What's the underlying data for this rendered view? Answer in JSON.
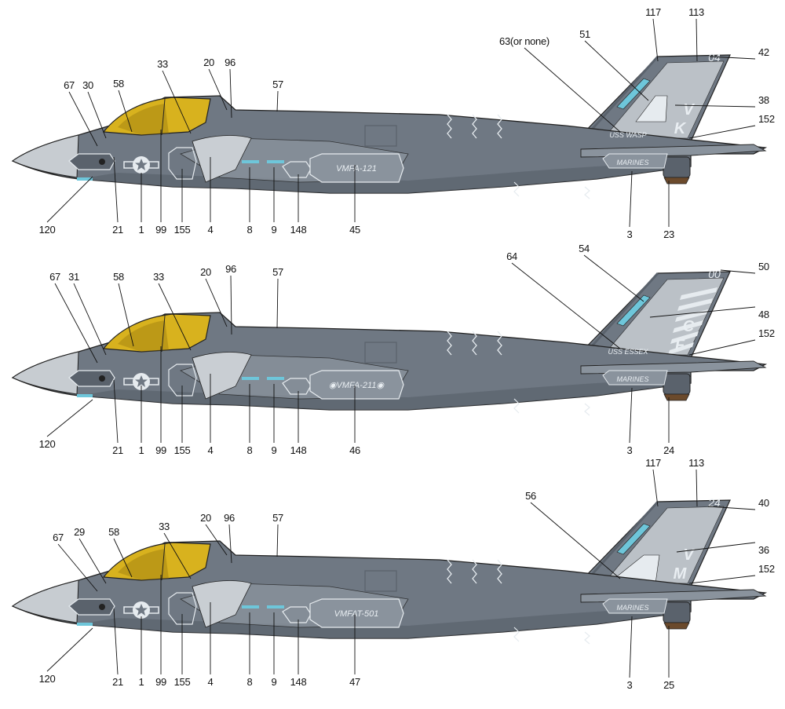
{
  "colors": {
    "body": "#6f7883",
    "body_dark": "#5a626c",
    "body_light": "#8a939d",
    "panel_light": "#c9ced3",
    "canopy": "#d8b21e",
    "canopy_dark": "#8a6a0b",
    "nose": "#c7ccd1",
    "line": "#222222",
    "marking": "#e6ebef",
    "light_blue": "#6ec6da",
    "brown": "#6b4a2c"
  },
  "aircraft": [
    {
      "fin_top": "04",
      "fin_code_1": "V",
      "fin_code_2": "K",
      "ship_name": "USS WASP",
      "squadron": "VMFA-121",
      "service": "MARINES",
      "fin_style": "chevron-band",
      "callouts": [
        "67",
        "30",
        "58",
        "33",
        "20",
        "96",
        "57",
        "63(or none)",
        "51",
        "117",
        "113",
        "42",
        "38",
        "152",
        "120",
        "21",
        "1",
        "99",
        "155",
        "4",
        "8",
        "9",
        "148",
        "45",
        "3",
        "23"
      ]
    },
    {
      "fin_top": "00",
      "fin_code_1": "C",
      "fin_code_2": "F",
      "ship_name": "USS ESSEX",
      "squadron": "◉VMFA-211◉",
      "service": "MARINES",
      "fin_style": "stripes",
      "callouts": [
        "67",
        "31",
        "58",
        "33",
        "20",
        "96",
        "57",
        "64",
        "54",
        "50",
        "48",
        "152",
        "120",
        "21",
        "1",
        "99",
        "155",
        "4",
        "8",
        "9",
        "148",
        "46",
        "3",
        "24"
      ]
    },
    {
      "fin_top": "24",
      "fin_code_1": "V",
      "fin_code_2": "M",
      "ship_name": "",
      "squadron": "VMFAT-501",
      "service": "MARINES",
      "fin_style": "flag",
      "callouts": [
        "67",
        "29",
        "58",
        "33",
        "20",
        "96",
        "57",
        "56",
        "117",
        "113",
        "40",
        "36",
        "152",
        "120",
        "21",
        "1",
        "99",
        "155",
        "4",
        "8",
        "9",
        "148",
        "47",
        "3",
        "25"
      ]
    }
  ]
}
